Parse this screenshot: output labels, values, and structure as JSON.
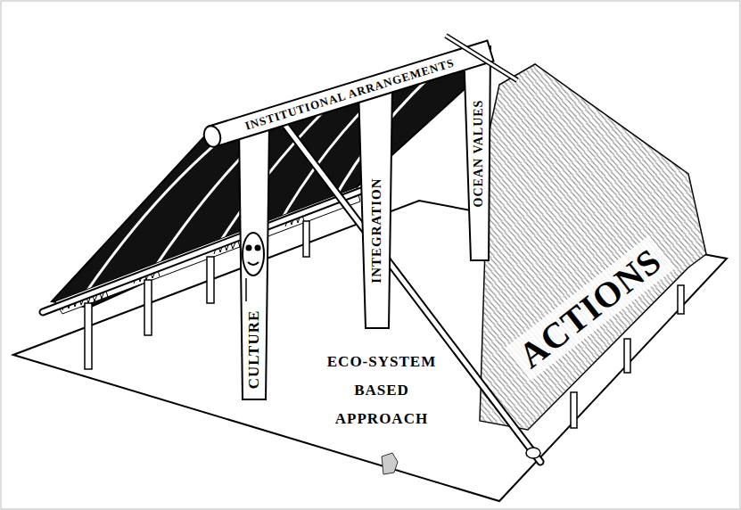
{
  "diagram": {
    "nodes": [
      {
        "text": [
          "INSTITUTIONAL ARRANGEMENTS"
        ]
      },
      {
        "text": [
          "CULTURE"
        ]
      },
      {
        "text": [
          "INTEGRATION"
        ]
      },
      {
        "text": [
          "OCEAN VALUES"
        ]
      },
      {
        "text": [
          "ECO-SYSTEM BASED APPROACH"
        ]
      },
      {
        "text": [
          "ACTIONS"
        ]
      }
    ]
  }
}
